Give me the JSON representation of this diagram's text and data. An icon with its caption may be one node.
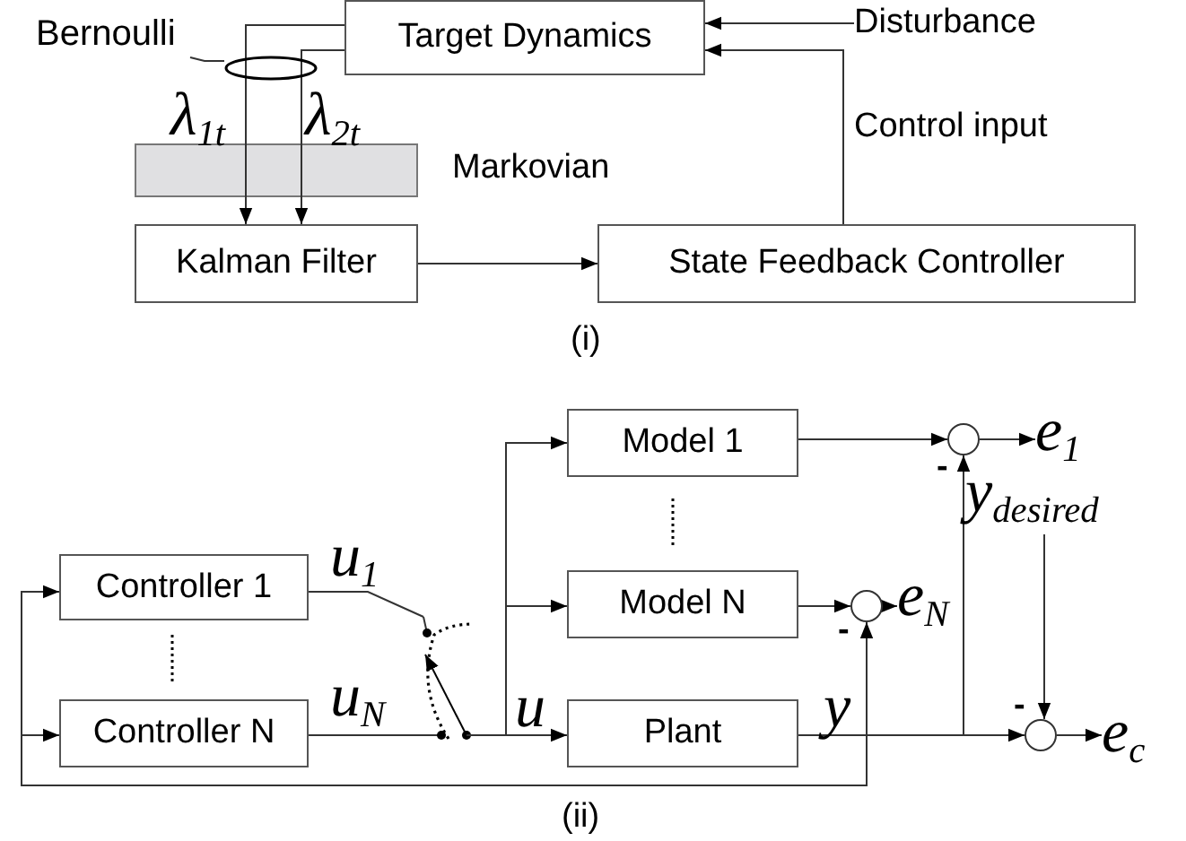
{
  "diagram": {
    "nodes": [
      {
        "text": [
          "Bernoulli"
        ]
      },
      {
        "text": [
          "Target Dynamics"
        ]
      },
      {
        "text": [
          "Disturbance"
        ]
      },
      {
        "text": [],
        "shape": "ellipse"
      },
      {
        "text": [
          "Markovian"
        ]
      },
      {
        "text": [
          "Kalman Filter"
        ]
      },
      {
        "text": [
          "State Feedback Controller"
        ]
      },
      {
        "text": [
          "Controller 1"
        ]
      },
      {
        "text": [
          "Model 1"
        ]
      },
      {
        "text": [],
        "shape": "circle"
      },
      {
        "text": [
          "e$_{1}$"
        ]
      },
      {
        "text": [
          "y$_{desired}$"
        ]
      },
      {
        "text": [
          "Model N"
        ]
      },
      {
        "text": [],
        "shape": "circle"
      },
      {
        "text": [
          "e$_{N}$"
        ]
      },
      {
        "text": [
          "Controller N"
        ]
      },
      {
        "text": [],
        "shape": "switch"
      },
      {
        "text": [
          "Plant"
        ]
      },
      {
        "text": [],
        "shape": "circle"
      },
      {
        "text": [
          "e$_{c}$"
        ]
      }
    ],
    "edges": [
      {
        "from": 2,
        "to": 1,
        "arrow": "to"
      },
      {
        "from": 6,
        "to": 1,
        "arrow": "to",
        "label": "Control input"
      },
      {
        "from": 1,
        "to": 4,
        "arrow": "none",
        "label": "λ$_{1t}$"
      },
      {
        "from": 1,
        "to": 4,
        "arrow": "none",
        "label": "λ$_{2t}$"
      },
      {
        "from": 5,
        "to": 6,
        "arrow": "to"
      },
      {
        "from": 0,
        "to": 3,
        "arrow": "none"
      },
      {
        "from": 7,
        "to": 16,
        "arrow": "none",
        "label": "u$_{1}$"
      },
      {
        "from": 15,
        "to": 16,
        "arrow": "none",
        "label": "u$_{N}$"
      },
      {
        "from": 16,
        "to": 17,
        "arrow": "to",
        "label": "u"
      },
      {
        "from": 16,
        "to": 8,
        "arrow": "to"
      },
      {
        "from": 16,
        "to": 12,
        "arrow": "to"
      },
      {
        "from": 8,
        "to": 9,
        "arrow": "to"
      },
      {
        "from": 12,
        "to": 13,
        "arrow": "to"
      },
      {
        "from": 17,
        "to": 18,
        "arrow": "to",
        "label": "y"
      },
      {
        "from": 17,
        "to": 9,
        "arrow": "to"
      },
      {
        "from": null,
        "to": 7,
        "arrow": "to"
      },
      {
        "from": null,
        "to": 15,
        "arrow": "to"
      },
      {
        "from": null,
        "to": 13,
        "arrow": "to"
      },
      {
        "from": 9,
        "to": 10,
        "arrow": "to"
      },
      {
        "from": 13,
        "to": 14,
        "arrow": "to"
      },
      {
        "from": 18,
        "to": 19,
        "arrow": "to"
      },
      {
        "from": 11,
        "to": 18,
        "arrow": "to"
      },
      {
        "from": 4,
        "to": 5,
        "arrow": "to"
      },
      {
        "from": 4,
        "to": 5,
        "arrow": "to"
      }
    ],
    "labels": [
      "(i)",
      "-",
      "-",
      "-",
      "(ii)"
    ]
  }
}
